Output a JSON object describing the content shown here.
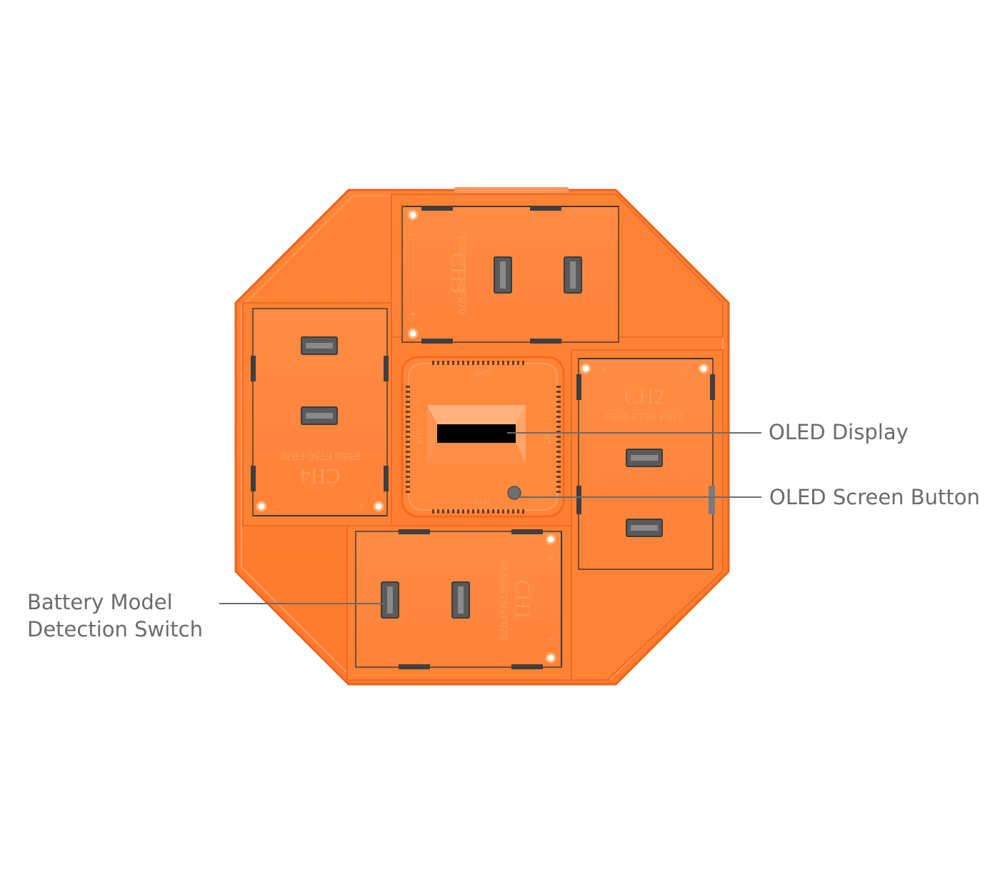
{
  "callouts": {
    "oled_display": "OLED Display",
    "oled_button": "OLED Screen Button",
    "battery_switch_line1": "Battery Model",
    "battery_switch_line2": "Detection Switch"
  },
  "channels": {
    "ch1": {
      "name": "CH1",
      "models": "F550/F750/F970"
    },
    "ch2": {
      "name": "CH2",
      "models": "F550 F750 F970"
    },
    "ch3": {
      "name": "CH3",
      "models": "F550/F750/F970"
    },
    "ch4": {
      "name": "CH4",
      "models": "F550 F750 F970"
    }
  },
  "hub_labels": {
    "top": "CH3",
    "bottom": "CH1",
    "left": "CH4",
    "right": "CH2"
  },
  "polarity": {
    "plus": "+",
    "minus": "−"
  },
  "colors": {
    "body": "#ff7f32",
    "body_edge": "#e8641c",
    "bay": "#ff8a40",
    "contact_metal": "#5a5a5a",
    "screen": "#000000",
    "leader_line": "#6b6b6b"
  }
}
